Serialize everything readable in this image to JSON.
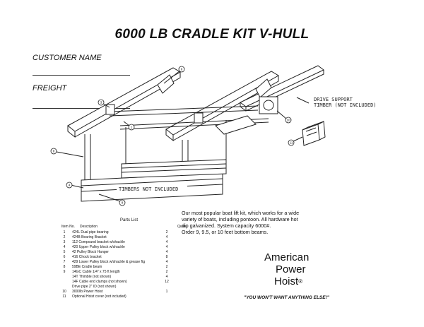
{
  "title": "6000 LB CRADLE KIT V-HULL",
  "form": {
    "customer_label": "CUSTOMER NAME",
    "freight_label": "FREIGHT"
  },
  "drawing": {
    "drive_support_label_1": "DRIVE SUPPORT",
    "drive_support_label_2": "TIMBER (NOT INCLUDED)",
    "timbers_label": "TIMBERS NOT INCLUDED",
    "callouts": [
      "1",
      "3",
      "4",
      "6",
      "8",
      "9",
      "10",
      "11"
    ]
  },
  "parts_list": {
    "title": "Parts List",
    "headers": {
      "item": "Item No.",
      "description": "Description",
      "quantity": "Quan"
    },
    "rows": [
      {
        "no": "1",
        "desc": "424L Dual pipe bearing",
        "qty": "2"
      },
      {
        "no": "2",
        "desc": "424B Bearing Bracket",
        "qty": "4"
      },
      {
        "no": "3",
        "desc": "112   Compound bracket w/shackle",
        "qty": "4"
      },
      {
        "no": "4",
        "desc": "420 Upper Pulley block w/shackle",
        "qty": "4"
      },
      {
        "no": "5",
        "desc": "42 Pulley Block Hanger",
        "qty": "4"
      },
      {
        "no": "6",
        "desc": "416 Chock bracket",
        "qty": "8"
      },
      {
        "no": "7",
        "desc": "429 Lower Pulley block w/shackle & grease ftg",
        "qty": "4"
      },
      {
        "no": "8",
        "desc": "59BE Cradle beam",
        "qty": "2"
      },
      {
        "no": "9",
        "desc": "14GC Cable 1/4\"  x 75 ft length",
        "qty": "2"
      },
      {
        "no": "",
        "desc": "14T   Thimble (not shown)",
        "qty": "4"
      },
      {
        "no": "",
        "desc": "14F   Cable end clamps (not shown)",
        "qty": "12"
      },
      {
        "no": "",
        "desc": "Drive pipe 2\" ID (not shown)",
        "qty": ""
      },
      {
        "no": "10",
        "desc": "3000lb Power Hoist",
        "qty": "1"
      },
      {
        "no": "11",
        "desc": "Optional Hoist cover (not included)",
        "qty": ""
      }
    ]
  },
  "description": [
    "Our most popular boat lift kit, which works for a wide",
    "variety of boats, including pontoon.  All hardware hot",
    "dip galvanized.  System capacity 6000#.",
    "Order 9, 9.5, or 10 feet bottom beams."
  ],
  "brand": {
    "line1": "American",
    "line2": "Power",
    "line3": "Hoist",
    "mark": "®"
  },
  "slogan": "\"YOU WON'T WANT ANYTHING ELSE!\""
}
